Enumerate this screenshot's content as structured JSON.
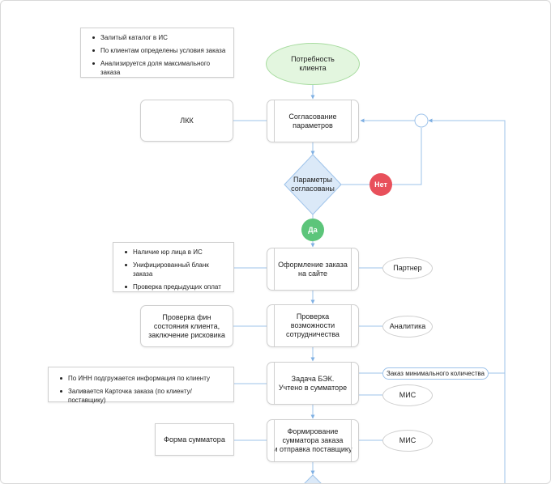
{
  "nodes": {
    "need": "Потребность\nклиента",
    "lkk": "ЛКК",
    "agreement": "Согласование\nпараметров",
    "decision": "Параметры\nсогласованы",
    "no": "Нет",
    "yes": "Да",
    "order": "Оформление заказа\nна сайте",
    "partner": "Партнер",
    "check": "Проверка\nвозможности\nсотрудничества",
    "fin_check": "Проверка фин\nсостояния клиента,\nзаключение рисковика",
    "analytics": "Аналитика",
    "task": "Задача БЭК.\nУчтено в сумматоре",
    "min_order": "Заказ минимального количества",
    "mis1": "МИС",
    "summator_form": "Форма сумматора",
    "forming": "Формирование\nсумматора заказа\nи отправка поставщику",
    "mis2": "МИС"
  },
  "notes": {
    "top": [
      "Залитый каталог в ИС",
      "По клиентам определены условия заказа",
      "Анализируется доля максимального заказа"
    ],
    "order": [
      "Наличие юр лица в ИС",
      "Унифицированный бланк заказа",
      "Проверка предыдущих оплат"
    ],
    "task": [
      "По ИНН подгружается информация по клиенту",
      "Заливается Карточка заказа (по клиенту/поставщику)"
    ]
  },
  "colors": {
    "need_fill": "#e3f6df",
    "need_border": "#a8dca0",
    "decision_fill": "#dbe9f8",
    "decision_border": "#9ec3ea",
    "no": "#e8505b",
    "yes": "#5cc57a",
    "connector": "#9ec3ea"
  }
}
